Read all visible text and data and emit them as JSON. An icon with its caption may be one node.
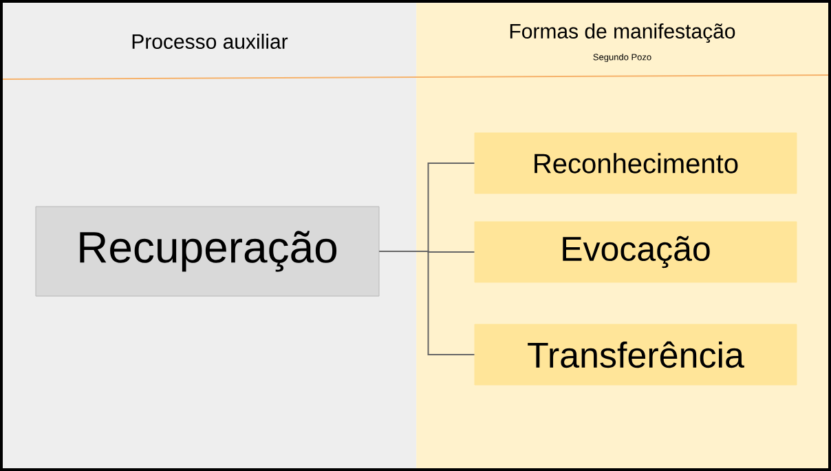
{
  "diagram": {
    "nodes": [
      {
        "text": [
          "Processo auxiliar"
        ]
      },
      {
        "text": [
          "Formas de manifestação",
          "Segundo Pozo"
        ]
      },
      {
        "text": [
          "Recuperação"
        ],
        "in": 0
      },
      {
        "text": [
          "Reconhecimento"
        ],
        "in": 1
      },
      {
        "text": [
          "Evocação"
        ],
        "in": 1
      },
      {
        "text": [
          "Transferência"
        ],
        "in": 1
      }
    ],
    "edges": [
      {
        "from": 2,
        "to": 3,
        "arrow": "none"
      },
      {
        "from": 2,
        "to": 4,
        "arrow": "none"
      },
      {
        "from": 2,
        "to": 5,
        "arrow": "none"
      }
    ]
  }
}
